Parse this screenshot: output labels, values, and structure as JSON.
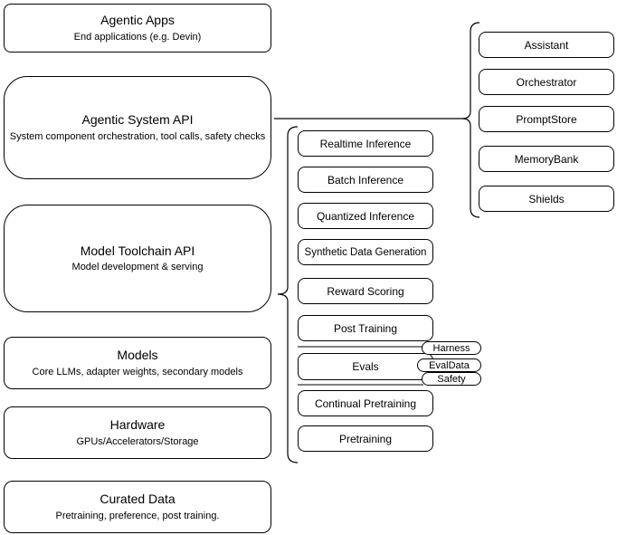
{
  "diagram": {
    "background": "#ffffff",
    "stroke_color": "#000000",
    "text_color": "#000000",
    "left_column": {
      "boxes": [
        {
          "title": "Agentic Apps",
          "subtitle": "End applications (e.g. Devin)"
        },
        {
          "title": "Agentic System API",
          "subtitle": "System component orchestration, tool calls, safety checks"
        },
        {
          "title": "Model Toolchain API",
          "subtitle": "Model development & serving"
        },
        {
          "title": "Models",
          "subtitle": "Core LLMs, adapter weights, secondary models"
        },
        {
          "title": "Hardware",
          "subtitle": "GPUs/Accelerators/Storage"
        },
        {
          "title": "Curated Data",
          "subtitle": "Pretraining, preference, post training."
        }
      ]
    },
    "middle_column": {
      "items": [
        "Realtime Inference",
        "Batch Inference",
        "Quantized Inference",
        "Synthetic Data Generation",
        "Reward Scoring",
        "Post Training",
        "Evals",
        "Continual Pretraining",
        "Pretraining"
      ],
      "evals_tags": [
        "Harness",
        "EvalData",
        "Safety"
      ]
    },
    "right_column": {
      "items": [
        "Assistant",
        "Orchestrator",
        "PromptStore",
        "MemoryBank",
        "Shields"
      ]
    }
  }
}
